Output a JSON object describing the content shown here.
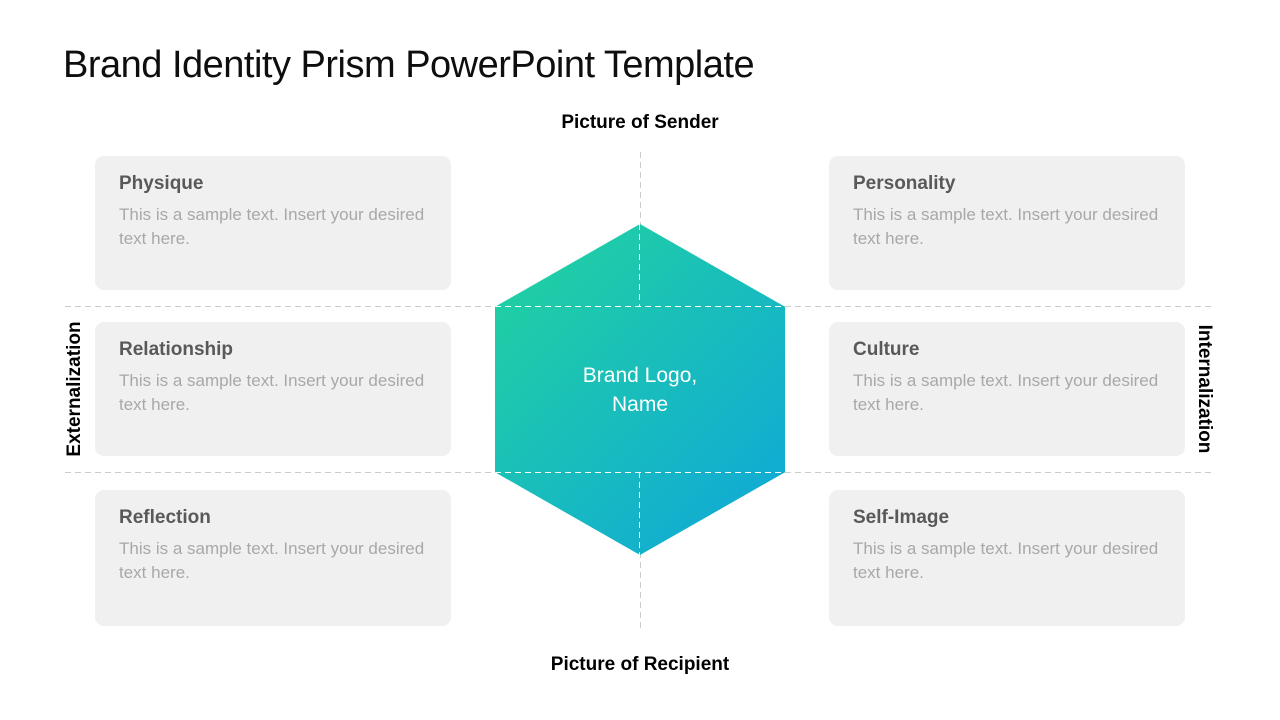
{
  "slide": {
    "title": "Brand Identity Prism PowerPoint Template",
    "axis": {
      "top": "Picture of Sender",
      "bottom": "Picture of Recipient",
      "left": "Externalization",
      "right": "Internalization"
    },
    "center": {
      "line1": "Brand Logo,",
      "line2": "Name"
    },
    "boxes": [
      {
        "title": "Physique",
        "body": "This is a sample text. Insert your desired text here."
      },
      {
        "title": "Personality",
        "body": "This is a sample text. Insert your desired text here."
      },
      {
        "title": "Relationship",
        "body": "This is a sample text. Insert your desired text here."
      },
      {
        "title": "Culture",
        "body": "This is a sample text. Insert your desired text here."
      },
      {
        "title": "Reflection",
        "body": "This is a sample text. Insert your desired text here."
      },
      {
        "title": "Self-Image",
        "body": "This is a sample text. Insert your desired text here."
      }
    ],
    "colors": {
      "hexagon_gradient_start": "#22d49d",
      "hexagon_gradient_end": "#0fa6db",
      "card_background": "#f0f0f0",
      "card_title": "#595959",
      "card_body": "#a8a8a8",
      "dashed_line": "#cbcbcb",
      "hexagon_text": "#ffffff"
    }
  }
}
